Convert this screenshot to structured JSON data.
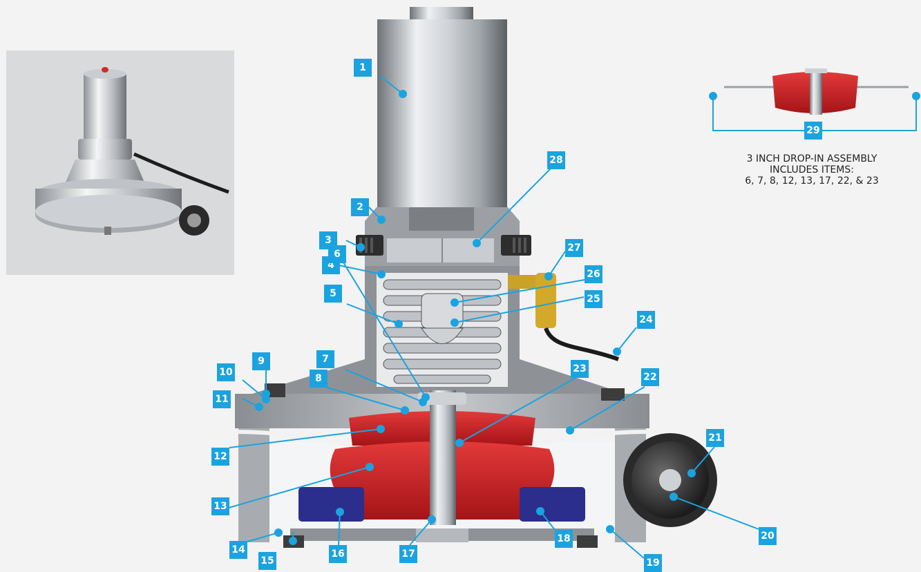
{
  "callouts": [
    {
      "n": "1"
    },
    {
      "n": "2"
    },
    {
      "n": "3"
    },
    {
      "n": "4"
    },
    {
      "n": "5"
    },
    {
      "n": "6"
    },
    {
      "n": "7"
    },
    {
      "n": "8"
    },
    {
      "n": "9"
    },
    {
      "n": "10"
    },
    {
      "n": "11"
    },
    {
      "n": "12"
    },
    {
      "n": "13"
    },
    {
      "n": "14"
    },
    {
      "n": "15"
    },
    {
      "n": "16"
    },
    {
      "n": "17"
    },
    {
      "n": "18"
    },
    {
      "n": "19"
    },
    {
      "n": "20"
    },
    {
      "n": "21"
    },
    {
      "n": "22"
    },
    {
      "n": "23"
    },
    {
      "n": "24"
    },
    {
      "n": "25"
    },
    {
      "n": "26"
    },
    {
      "n": "27"
    },
    {
      "n": "28"
    },
    {
      "n": "29"
    }
  ],
  "dropin": {
    "line1": "3 INCH DROP-IN ASSEMBLY",
    "line2": "INCLUDES ITEMS:",
    "line3": "6, 7, 8, 12, 13, 17, 22, & 23"
  },
  "colors": {
    "badge": "#1ba3e0",
    "diaphragm": "#c0181d",
    "retainer": "#2b2e8c",
    "brass": "#c9a227",
    "leader": "#1ba3e0"
  }
}
